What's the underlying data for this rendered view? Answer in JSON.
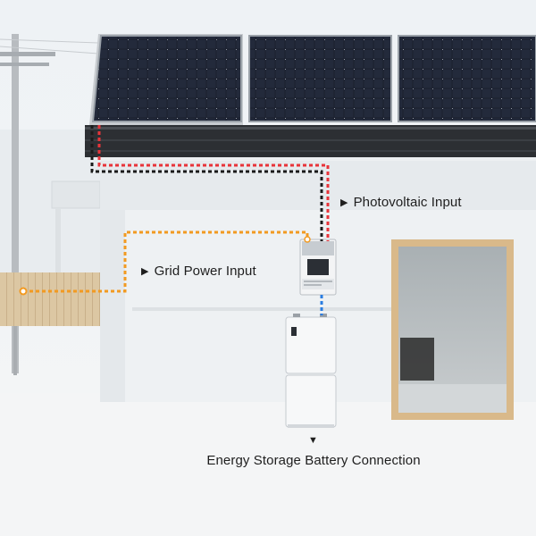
{
  "labels": {
    "photovoltaic_input": "Photovoltaic Input",
    "grid_power_input": "Grid Power Input",
    "energy_storage_battery_connection": "Energy Storage Battery Connection"
  },
  "markers": {
    "right_arrow": "▶",
    "down_arrow": "▼"
  },
  "colors": {
    "pv_line": "#e8343a",
    "pv_line_return": "#1a1a1a",
    "grid_line": "#f29a21",
    "battery_line": "#2a7de1",
    "solar_panel": "#1b1f2a",
    "door_frame": "#d9b98a"
  }
}
